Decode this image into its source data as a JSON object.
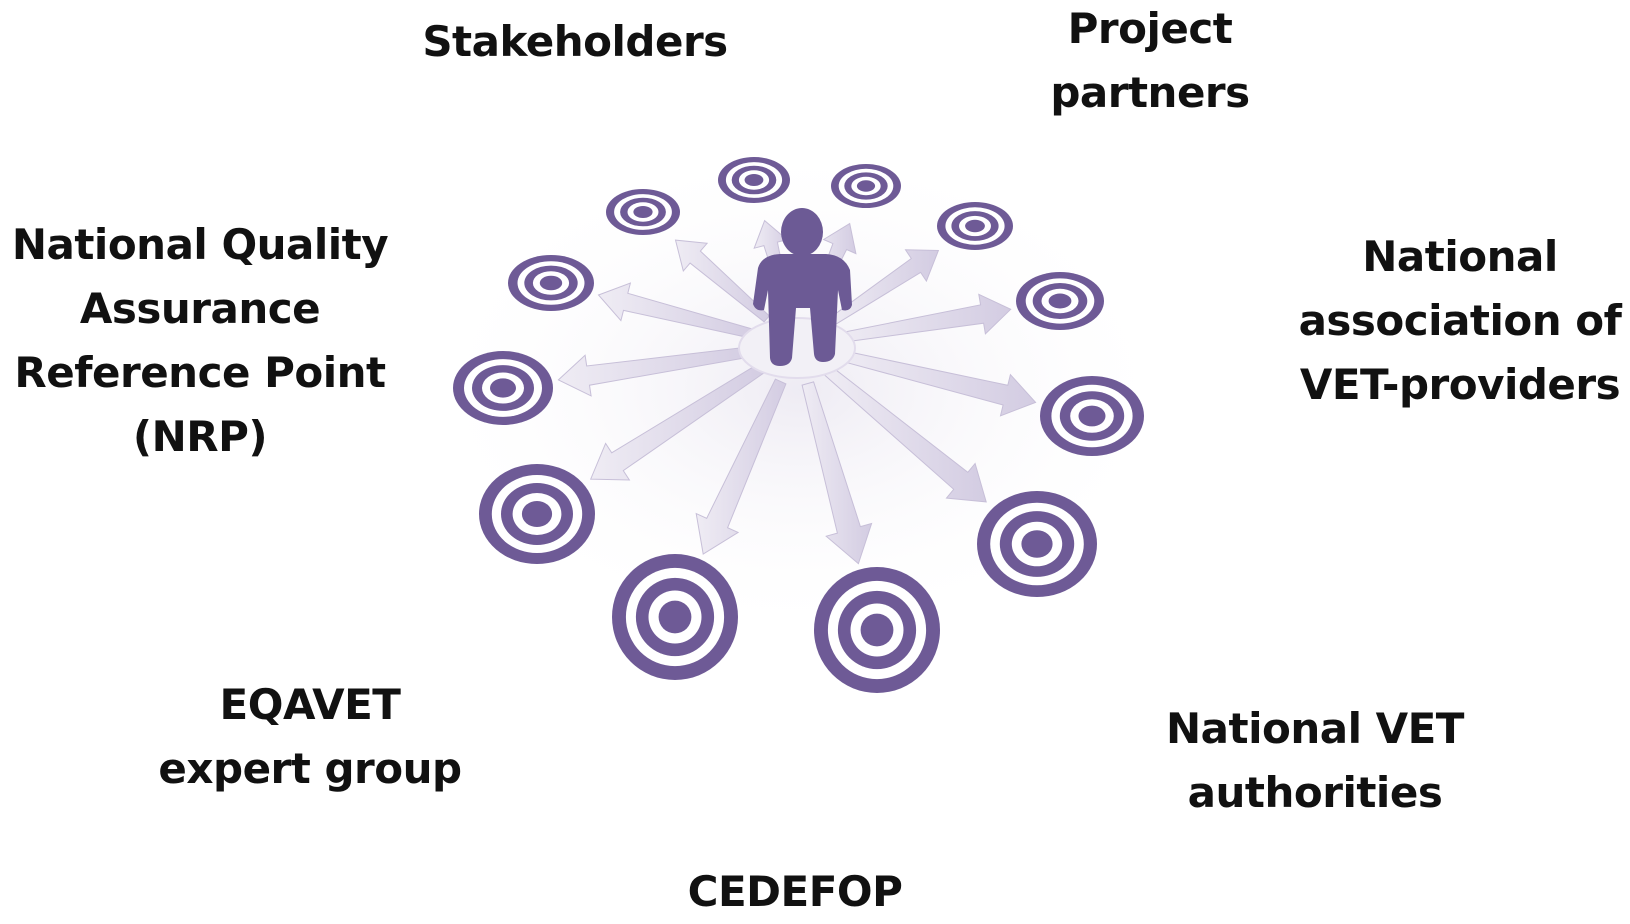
{
  "labels": {
    "stakeholders": "Stakeholders",
    "project_partners": [
      "Project",
      "partners"
    ],
    "nrp": [
      "National Quality",
      "Assurance",
      "Reference Point",
      "(NRP)"
    ],
    "national_association": [
      "National",
      "association of",
      "VET-providers"
    ],
    "eqavet": [
      "EQAVET",
      "expert group"
    ],
    "national_vet": [
      "National VET",
      "authorities"
    ],
    "cedefop": "CEDEFOP"
  },
  "colors": {
    "target_purple": "#6e5a96",
    "arrow_lavender": "#dcd6e8",
    "person_purple": "#6c5a95"
  }
}
